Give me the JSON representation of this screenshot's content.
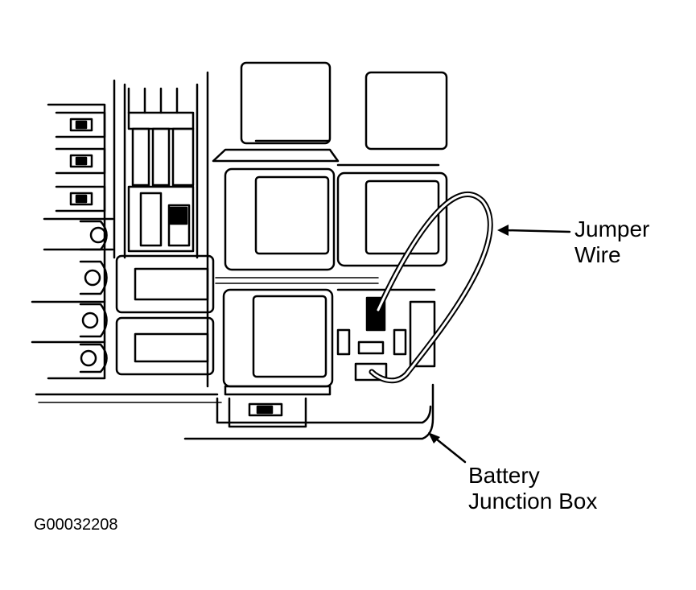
{
  "callouts": {
    "jumper_wire": {
      "line1": "Jumper",
      "line2": "Wire"
    },
    "battery_junction_box": {
      "line1": "Battery",
      "line2": "Junction Box"
    }
  },
  "figure_id": "G00032208",
  "colors": {
    "ink": "#000000",
    "paper": "#ffffff"
  }
}
